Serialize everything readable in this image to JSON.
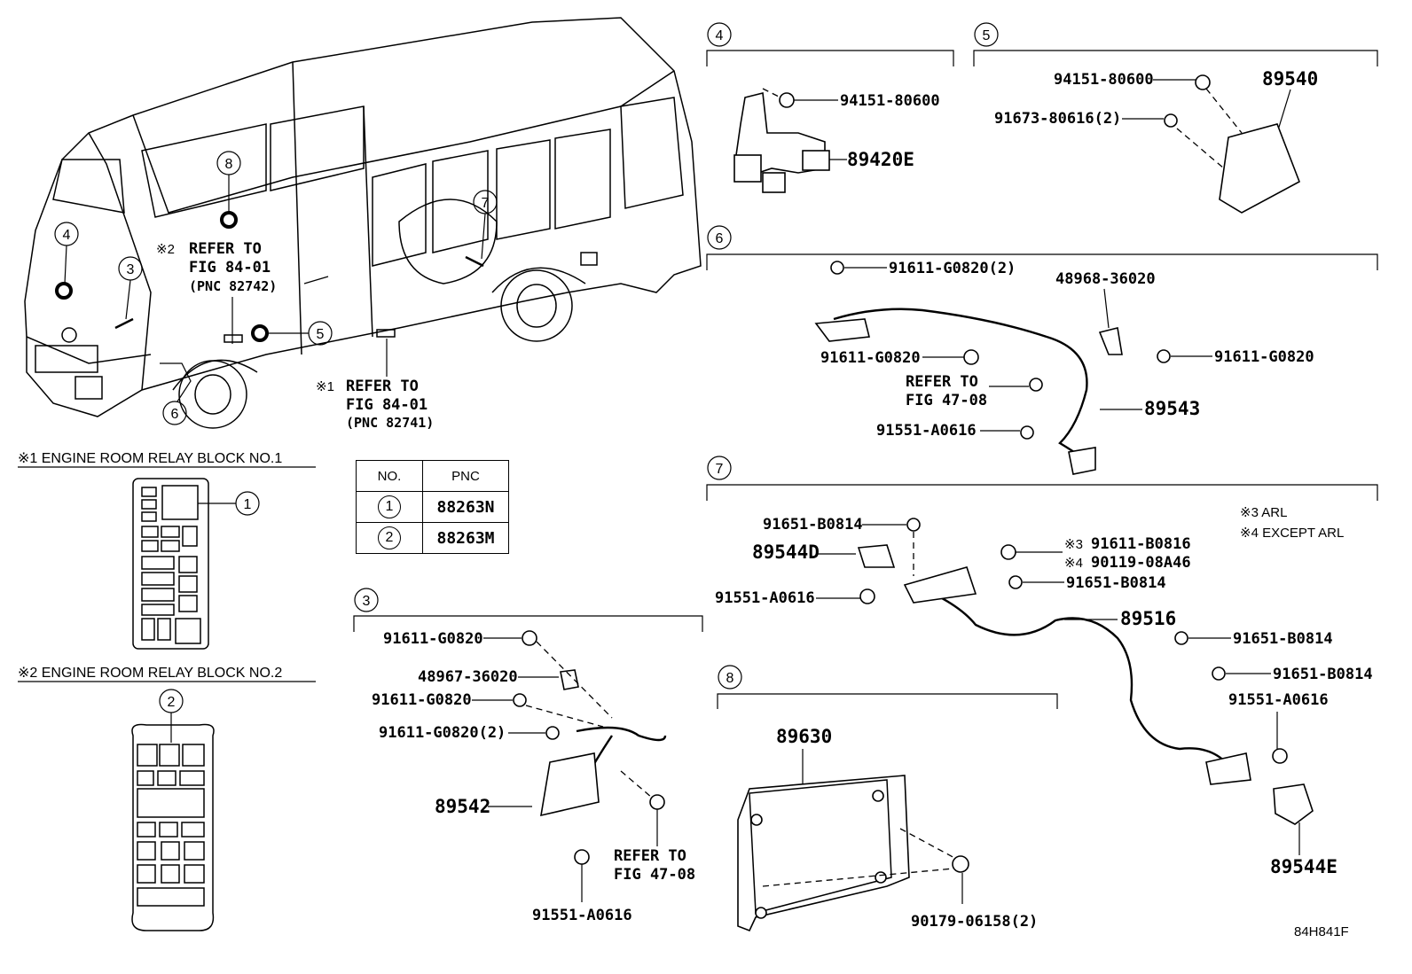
{
  "diagram_code": "84H841F",
  "sections": {
    "s3": "3",
    "s4": "4",
    "s5": "5",
    "s6": "6",
    "s7": "7",
    "s8": "8"
  },
  "vehicle_callouts": [
    "1",
    "2",
    "3",
    "4",
    "5",
    "6",
    "7",
    "8"
  ],
  "refer": {
    "r1_mark": "※1",
    "r2_mark": "※2",
    "refer_to": "REFER TO",
    "fig_84_01": "FIG 84-01",
    "pnc_82742": "(PNC 82742)",
    "pnc_82741": "(PNC 82741)",
    "fig_47_08": "FIG 47-08"
  },
  "relay_blocks": {
    "block1_title": "※1 ENGINE ROOM RELAY BLOCK NO.1",
    "block2_title": "※2 ENGINE ROOM RELAY BLOCK NO.2",
    "block1_marker": "1",
    "block2_marker": "2"
  },
  "pnc_table": {
    "headers": [
      "NO.",
      "PNC"
    ],
    "rows": [
      {
        "no": "1",
        "pnc": "88263N"
      },
      {
        "no": "2",
        "pnc": "88263M"
      }
    ]
  },
  "notes": {
    "n3": "※3 ARL",
    "n4": "※4 EXCEPT ARL"
  },
  "parts": {
    "s4_a": "94151-80600",
    "s4_b": "89420E",
    "s5_a": "94151-80600",
    "s5_b": "91673-80616(2)",
    "s5_c": "89540",
    "s6_a": "91611-G0820(2)",
    "s6_b": "48968-36020",
    "s6_c": "91611-G0820",
    "s6_d": "91611-G0820",
    "s6_e": "89543",
    "s6_f": "91551-A0616",
    "s7_a": "91651-B0814",
    "s7_b": "89544D",
    "s7_c": "91611-B0816",
    "s7_d": "90119-08A46",
    "s7_c_mark": "※3",
    "s7_d_mark": "※4",
    "s7_e": "91651-B0814",
    "s7_f": "91551-A0616",
    "s7_g": "89516",
    "s7_h": "91651-B0814",
    "s7_i": "91651-B0814",
    "s7_j": "91551-A0616",
    "s7_k": "89544E",
    "s3_a": "91611-G0820",
    "s3_b": "48967-36020",
    "s3_c": "91611-G0820",
    "s3_d": "91611-G0820(2)",
    "s3_e": "89542",
    "s3_f": "91551-A0616",
    "s8_a": "89630",
    "s8_b": "90179-06158(2)"
  }
}
